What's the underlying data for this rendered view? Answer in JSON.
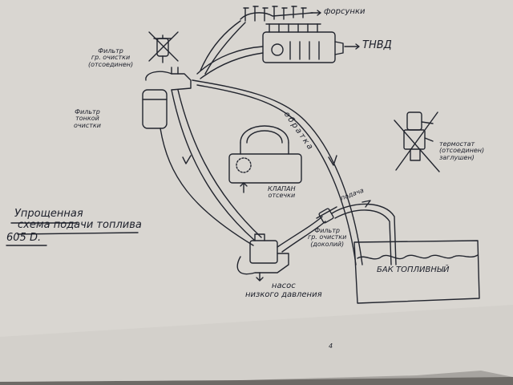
{
  "colors": {
    "paper": "#d9d6d1",
    "paper_shadow": "#bebab4",
    "ink": "#22252e",
    "background": "#6d6a66"
  },
  "labels": {
    "title_line1": "Упрощенная",
    "title_line2": "схема подачи топлива",
    "title_line3": "605 D.",
    "injectors": "форсунки",
    "hp_pump": "ТНВД",
    "coarse_filter": "Фильтр\nгр. очистки\n(отсоединен)",
    "fine_filter": "Фильтр\nтонкой\nочистки",
    "return_line": "обратка",
    "cutoff_valve": "КЛАПАН\nотсечки",
    "thermostat": "термостат\n(отсоединен)\nзаглушен)",
    "supply_line": "подача",
    "coarse_filter_added": "Фильтр\nгр. очистки\n(доколий)",
    "fuel_tank": "БАК ТОПЛИВНЫЙ",
    "lp_pump": "насос\nнизкого давления",
    "page_mark": "4"
  },
  "icons": {
    "arrow": "arrow-icon",
    "cross": "crossed-out-icon"
  }
}
